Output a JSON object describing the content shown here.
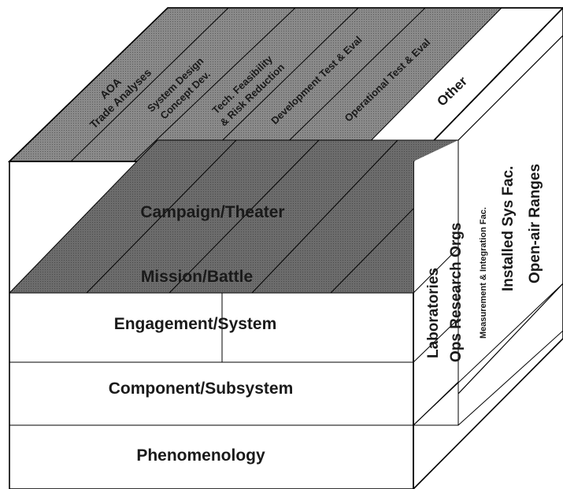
{
  "top_labels": [
    {
      "line1": "AOA",
      "line2": "Trade Analyses"
    },
    {
      "line1": "System Design",
      "line2": "Concept Dev."
    },
    {
      "line1": "Tech. Feasibility",
      "line2": "& Risk Reduction"
    },
    {
      "line1": "Development Test & Eval",
      "line2": ""
    },
    {
      "line1": "Operational Test & Eval",
      "line2": ""
    },
    {
      "line1": "Other",
      "line2": ""
    }
  ],
  "front_labels": {
    "campaign": "Campaign/Theater",
    "mission": "Mission/Battle",
    "engagement": "Engagement/System",
    "component": "Component/Subsystem",
    "phenomenology": "Phenomenology"
  },
  "side_labels": {
    "laboratories": "Laboratories",
    "ops_research": "Ops Research Orgs",
    "measurement": "Measurement & Integration Fac.",
    "installed": "Installed Sys Fac.",
    "open_air": "Open-air Ranges"
  },
  "colors": {
    "gray_dark": "#6c6c6c",
    "gray_mid": "#8a8a8a",
    "gray_light": "#b4b4b4",
    "white": "#ffffff",
    "line": "#000000"
  }
}
